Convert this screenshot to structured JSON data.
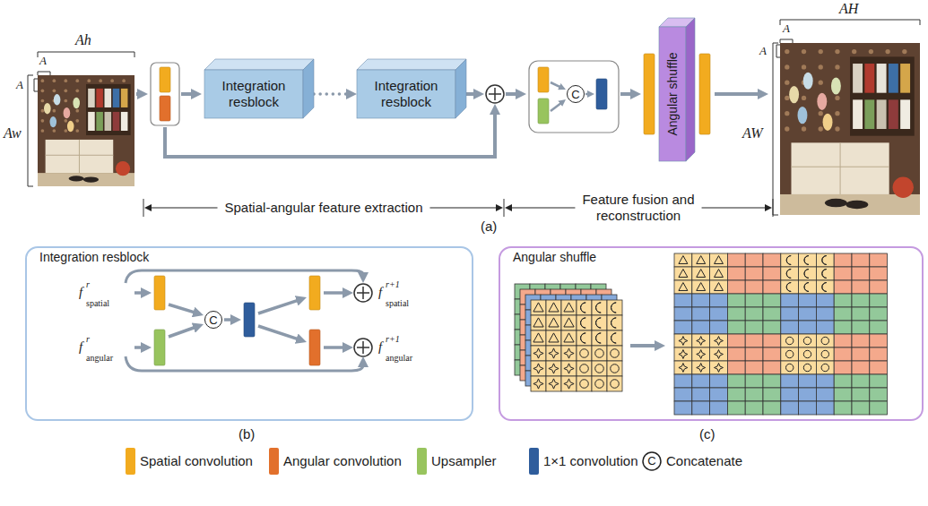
{
  "diagram": {
    "nodes": [
      {
        "text": [
          "Integration resblock"
        ]
      },
      {
        "text": [
          "Integration resblock"
        ]
      },
      {
        "text": [
          "C"
        ]
      },
      {
        "text": [
          "Angular shuffle"
        ]
      },
      {
        "text": [
          "Integration resblock"
        ]
      },
      {
        "text": [
          "C"
        ],
        "in": 4
      },
      {
        "text": [
          "Angular shuffle"
        ]
      }
    ],
    "edges": [
      {
        "from": 0,
        "to": 1,
        "arrow": "to"
      }
    ],
    "labels": [
      "Ah",
      "A",
      "A",
      "Aw",
      "AH",
      "A",
      "A",
      "AW",
      "Spatial-angular feature extraction",
      "Feature fusion and reconstruction",
      "(a)",
      "f",
      "r",
      "spatial",
      "f",
      "r",
      "angular",
      "f",
      "r+1",
      "spatial",
      "f",
      "r+1",
      "angular",
      "(b)",
      "(c)",
      "C"
    ],
    "legend": [
      {
        "text": "Spatial convolution",
        "color": "#f2ab1f"
      },
      {
        "text": "Angular convolution",
        "color": "#e2702c"
      },
      {
        "text": "Upsampler",
        "color": "#98c45e"
      },
      {
        "text": "1×1 convolution",
        "color": "#2f5d9c"
      },
      {
        "text": "Concatenate"
      }
    ]
  }
}
